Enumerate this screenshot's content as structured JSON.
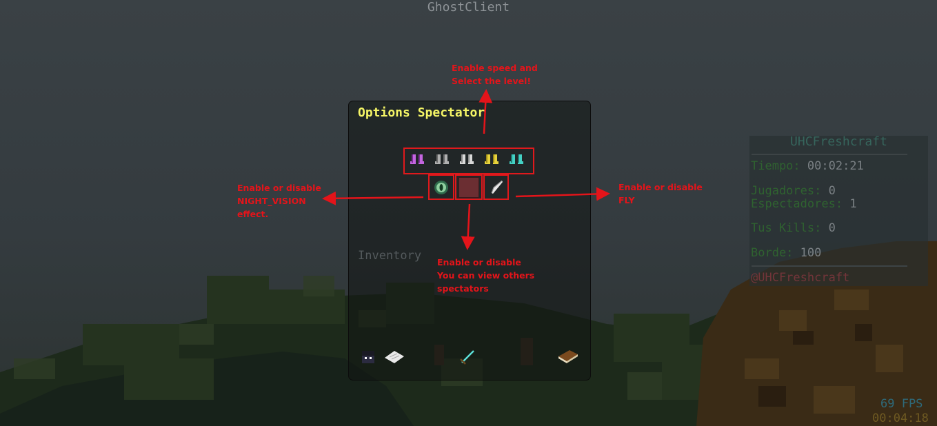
{
  "client_title": "GhostClient",
  "spectator_menu": {
    "title": "Options Spectator",
    "inventory_label": "Inventory",
    "speed_boots": [
      {
        "level": 1,
        "color": "#c466e0"
      },
      {
        "level": 2,
        "color": "#b0b0b0"
      },
      {
        "level": 3,
        "color": "#d8d8d8"
      },
      {
        "level": 4,
        "color": "#e7d23c"
      },
      {
        "level": 5,
        "color": "#44d1c4"
      }
    ],
    "toggles": {
      "night_vision_icon": "ender-eye-icon",
      "view_spectators_icon": "empty-slot-icon",
      "fly_icon": "feather-icon"
    },
    "hotbar": [
      {
        "name": "player-head-icon"
      },
      {
        "name": "paper-icon"
      },
      {
        "name": "sword-icon"
      },
      {
        "name": "book-icon"
      }
    ]
  },
  "annotations": {
    "speed": [
      "Enable speed and",
      "Select the level!"
    ],
    "night_vision": [
      "Enable or disable",
      "NIGHT_VISION",
      "effect."
    ],
    "fly": [
      "Enable or disable",
      "FLY"
    ],
    "spectators": [
      "Enable or disable",
      "You can view others",
      "spectators"
    ]
  },
  "scoreboard": {
    "title": "UHCFreshcraft",
    "tiempo_label": "Tiempo:",
    "tiempo_value": "00:02:21",
    "jugadores_label": "Jugadores:",
    "jugadores_value": "0",
    "espectadores_label": "Espectadores:",
    "espectadores_value": "1",
    "kills_label": "Tus Kills:",
    "kills_value": "0",
    "borde_label": "Borde:",
    "borde_value": "100",
    "footer": "@UHCFreshcraft"
  },
  "hud": {
    "fps": "69 FPS",
    "timer": "00:04:18"
  },
  "colors": {
    "annotation_red": "#e4141a",
    "menu_title_yellow": "#f5f566"
  }
}
